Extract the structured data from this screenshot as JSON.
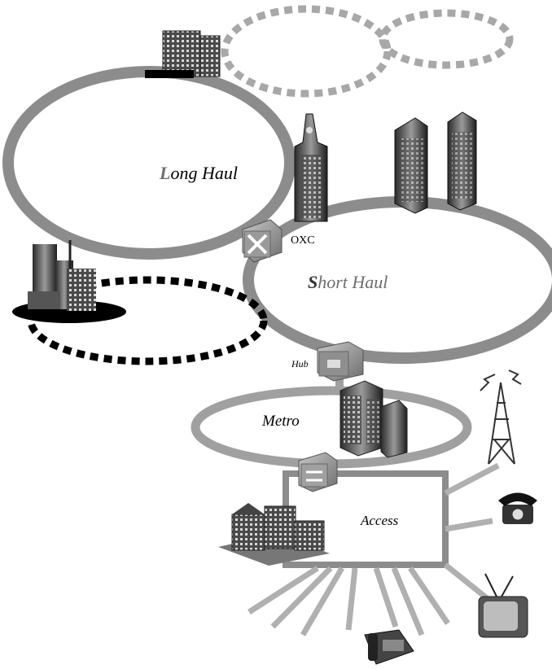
{
  "diagram": {
    "rings": {
      "long_haul": {
        "first_letter": "L",
        "rest": "ong Haul"
      },
      "short_haul": {
        "first_letter": "S",
        "rest": "hort Haul"
      },
      "metro": {
        "label": "Metro"
      },
      "access": {
        "label": "Access"
      }
    },
    "labels": {
      "oxc": "OXC",
      "hub": "Hub"
    },
    "colors": {
      "ring": "#8c8c8c",
      "dotted_ring_light": "#a8a8a8",
      "dotted_ring_dark": "#000000",
      "building": "#3a3a3a",
      "switch_box": "#8f8f8f"
    },
    "icons": [
      "building-icon",
      "skyscraper-icon",
      "city-icon",
      "switch-icon",
      "radio-tower-icon",
      "telephone-icon",
      "television-icon"
    ]
  }
}
